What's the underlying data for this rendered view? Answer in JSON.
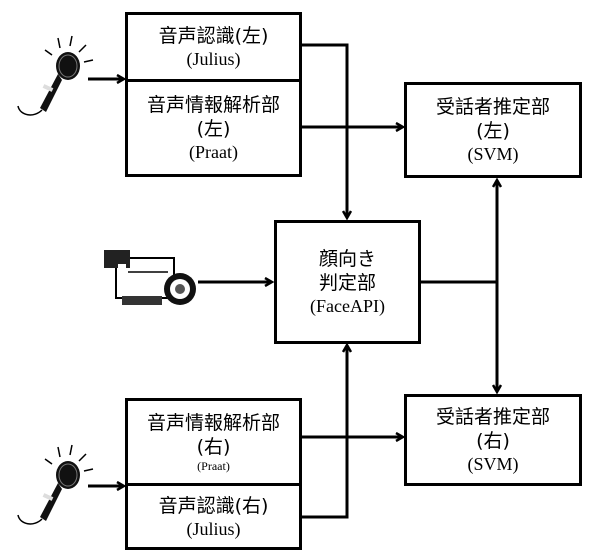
{
  "boxes": {
    "recog_left": {
      "line1": "音声認識(左)",
      "line2": "(Julius)"
    },
    "info_left": {
      "line1": "音声情報解析部",
      "line2": "(左)",
      "line3": "(Praat)"
    },
    "addr_left": {
      "line1": "受話者推定部",
      "line2": "(左)",
      "line3": "(SVM)"
    },
    "face": {
      "line1": "顔向き",
      "line2": "判定部",
      "line3": "(FaceAPI)"
    },
    "info_right": {
      "line1": "音声情報解析部",
      "line2": "(右)",
      "line3": "(Praat)"
    },
    "addr_right": {
      "line1": "受話者推定部",
      "line2": "(右)",
      "line3": "(SVM)"
    },
    "recog_right": {
      "line1": "音声認識(右)",
      "line2": "(Julius)"
    }
  },
  "icons": {
    "microphone_top": "microphone-icon",
    "video_camera": "video-camera-icon",
    "microphone_bottom": "microphone-icon"
  }
}
